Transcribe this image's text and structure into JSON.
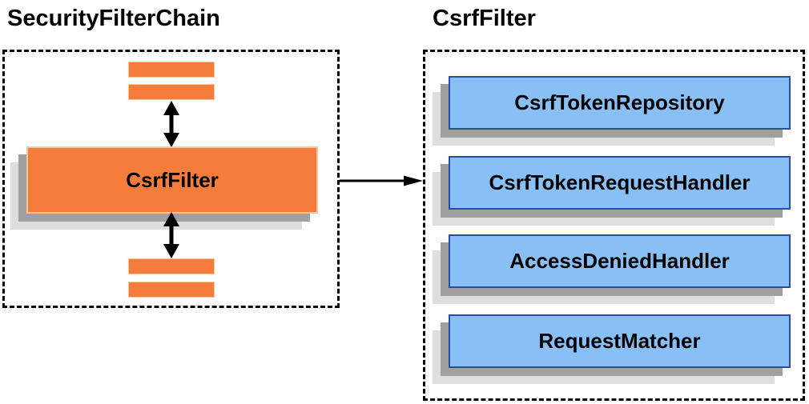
{
  "left_panel": {
    "title": "SecurityFilterChain",
    "filter_label": "CsrfFilter"
  },
  "right_panel": {
    "title": "CsrfFilter",
    "components": [
      "CsrfTokenRepository",
      "CsrfTokenRequestHandler",
      "AccessDeniedHandler",
      "RequestMatcher"
    ]
  },
  "colors": {
    "orange_fill": "#f57c3b",
    "orange_border": "#f9c79e",
    "blue_fill": "#88bff4",
    "blue_border": "#2b4ba8",
    "shadow_dark": "#a0a0a0",
    "shadow_light": "#dedede",
    "line": "#000000"
  }
}
